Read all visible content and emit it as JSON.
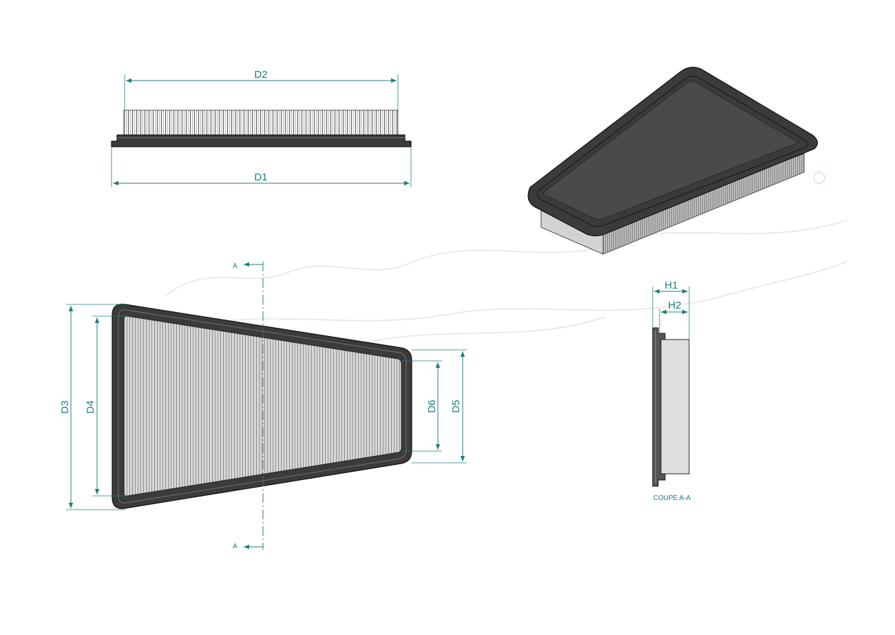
{
  "dimensions": {
    "d1": "D1",
    "d2": "D2",
    "d3": "D3",
    "d4": "D4",
    "d5": "D5",
    "d6": "D6",
    "h1": "H1",
    "h2": "H2"
  },
  "section": {
    "marker_top": "A",
    "marker_bottom": "A",
    "caption": "COUPE A-A"
  },
  "colors": {
    "dimension": "#1d7d80",
    "frame": "#3b3b3b",
    "filter_media": "#dedede",
    "background": "#ffffff"
  }
}
